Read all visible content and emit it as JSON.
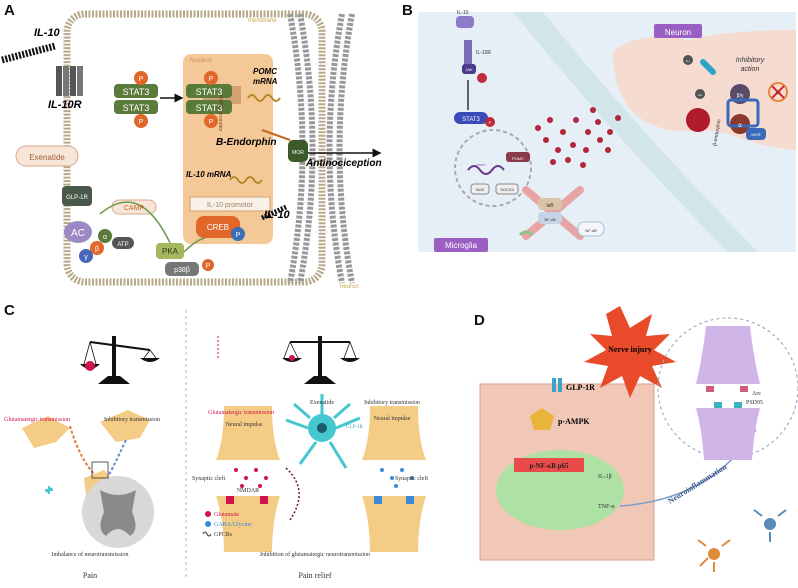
{
  "panels": {
    "a": {
      "letter": "A",
      "il10": "IL-10",
      "il10r": "IL-10R",
      "membrane": "membrane",
      "nucleus": "Nucleus",
      "stat3": "STAT3",
      "p": "P",
      "pomc_promotor": "POMC promotor",
      "pomc_mrna_1": "POMC",
      "pomc_mrna_2": "mRNA",
      "b_endorphin": "B-Endorphin",
      "antinociception": "Antinociception",
      "il10_mrna": "IL-10 mRNA",
      "il10_promotor": "IL-10 promotor",
      "il10_out": "IL-10",
      "exenatide": "Exenatide",
      "glp1r": "GLP-1R",
      "camp": "CAMP",
      "atp": "ATP",
      "ac": "AC",
      "pka": "PKA",
      "creb": "CREB",
      "p38b": "p38β",
      "neuron": "neuron",
      "receptor": "MOR",
      "g_alpha": "α",
      "g_beta": "β",
      "g_gamma": "γ"
    },
    "b": {
      "letter": "B",
      "il10": "IL-10",
      "il10r": "IL-10R",
      "jak": "JAK",
      "stat3": "STAT3",
      "p": "P",
      "neuron": "Neuron",
      "inhibitory_action_1": "Inhibitory",
      "inhibitory_action_2": "action",
      "b_endorphin": "β-endorphin",
      "pomc": "POMC",
      "stat3_small": "STAT3",
      "bcl3": "Bcl3",
      "socs3": "SOCS3",
      "ikb": "IκB",
      "nfkb": "NF-κB",
      "nfkb2": "NF-κB",
      "microglia": "Microglia",
      "by": "β/γ",
      "alpha": "α",
      "ac": "AC",
      "mor": "MOR",
      "ca": "Ca",
      "k": "K+"
    },
    "c": {
      "letter": "C",
      "glut_left": "Glutamatergic transmission",
      "inhib_left": "Inhibitory transmission",
      "imbalance": "Imbalance of neurotransmission",
      "pain": "Pain",
      "glut_right": "Glutamatergic transmission",
      "neural_impulse_1": "Neural impulse",
      "exenatide": "Exenatide",
      "glp1r": "GLP-1R",
      "inhib_right": "Inhibitory transmission",
      "neural_impulse_2": "Neural impulse",
      "synaptic_cleft_1": "Synaptic cleft",
      "nmdar": "NMDAR",
      "synaptic_cleft_2": "Synaptic cleft",
      "legend_glutamate": "Glutamate",
      "legend_gaba": "GABA/Glycine",
      "legend_gpcr": "GPCRs",
      "inhibition": "Inhibition of glutamatergic neurotransmission",
      "pain_relief": "Pain relief"
    },
    "d": {
      "letter": "D",
      "nerve_injury": "Nerve injury",
      "glp1r": "GLP-1R",
      "pampk": "p-AMPK",
      "pnfkb": "p-NF-κB p65",
      "il1b": "IL-1β",
      "tnfa": "TNF-α",
      "neuroinflammation": "Neuroinflammation",
      "arc": "Arc",
      "psd95": "PSD95"
    }
  },
  "colors": {
    "membrane": "#b7a98a",
    "nucleus": "#f5c898",
    "stat3": "#5a7a3a",
    "phospho": "#e0662a",
    "microglia_bg": "#e6eef6",
    "neuron_pink": "#f6dcd0",
    "dots": "#b0263a",
    "neuron_yellow": "#f4cc86",
    "astro": "#45c7cf",
    "cell_d": "#f1c7b8",
    "burst": "#e94b2a",
    "nuc_d": "#aee2a4"
  }
}
